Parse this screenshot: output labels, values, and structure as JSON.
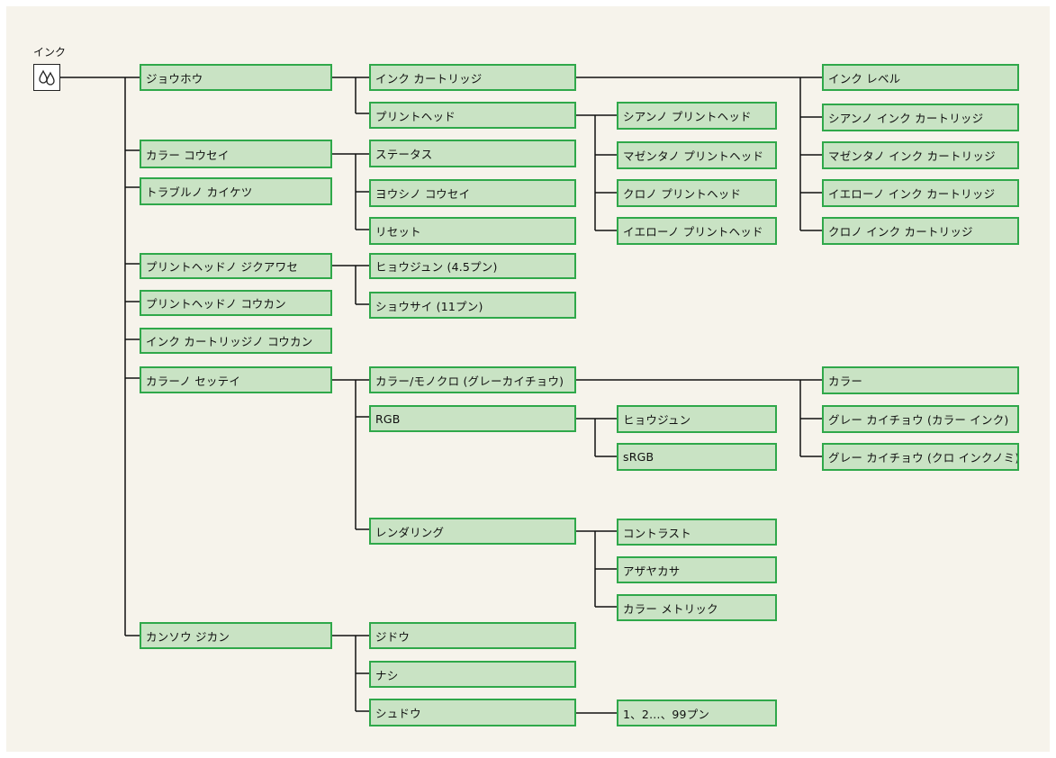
{
  "root": {
    "label": "インク",
    "icon": "ink-drops-icon"
  },
  "nodes": {
    "johou": "ジョウホウ",
    "ink_cartridge": "インク カートリッジ",
    "ink_level": "インク レベル",
    "cyan_ink_cartridge": "シアンノ インク カートリッジ",
    "magenta_ink_cartridge": "マゼンタノ インク カートリッジ",
    "yellow_ink_cartridge": "イエローノ インク カートリッジ",
    "black_ink_cartridge": "クロノ インク カートリッジ",
    "printhead": "プリントヘッド",
    "cyan_printhead": "シアンノ プリントヘッド",
    "magenta_printhead": "マゼンタノ プリントヘッド",
    "black_printhead": "クロノ プリントヘッド",
    "yellow_printhead": "イエローノ プリントヘッド",
    "color_kousei": "カラー コウセイ",
    "status": "ステータス",
    "youshino_kousei": "ヨウシノ コウセイ",
    "reset": "リセット",
    "trouble": "トラブルノ カイケツ",
    "printhead_align": "プリントヘッドノ ジクアワセ",
    "standard": "ヒョウジュン (4.5プン)",
    "minimum": "ショウサイ (11プン)",
    "printhead_replace": "プリントヘッドノ コウカン",
    "cartridge_replace": "インク カートリッジノ コウカン",
    "color_settings": "カラーノ セッテイ",
    "color_mono": "カラー/モノクロ (グレーカイチョウ)",
    "color": "カラー",
    "gray_color_ink": "グレー カイチョウ (カラー インク)",
    "gray_black_ink": "グレー カイチョウ (クロ インクノミ)",
    "rgb": "RGB",
    "rgb_standard": "ヒョウジュン",
    "srgb": "sRGB",
    "rendering": "レンダリング",
    "contrast": "コントラスト",
    "saturation": "アザヤカサ",
    "colorimetric": "カラー メトリック",
    "drying_time": "カンソウ ジカン",
    "auto": "ジドウ",
    "none": "ナシ",
    "manual": "シュドウ",
    "manual_range": "1、2…、99プン"
  },
  "colors": {
    "node_fill": "#c9e3c4",
    "node_border": "#2fa84a",
    "panel_bg": "#f6f3eb",
    "line": "#111111"
  }
}
